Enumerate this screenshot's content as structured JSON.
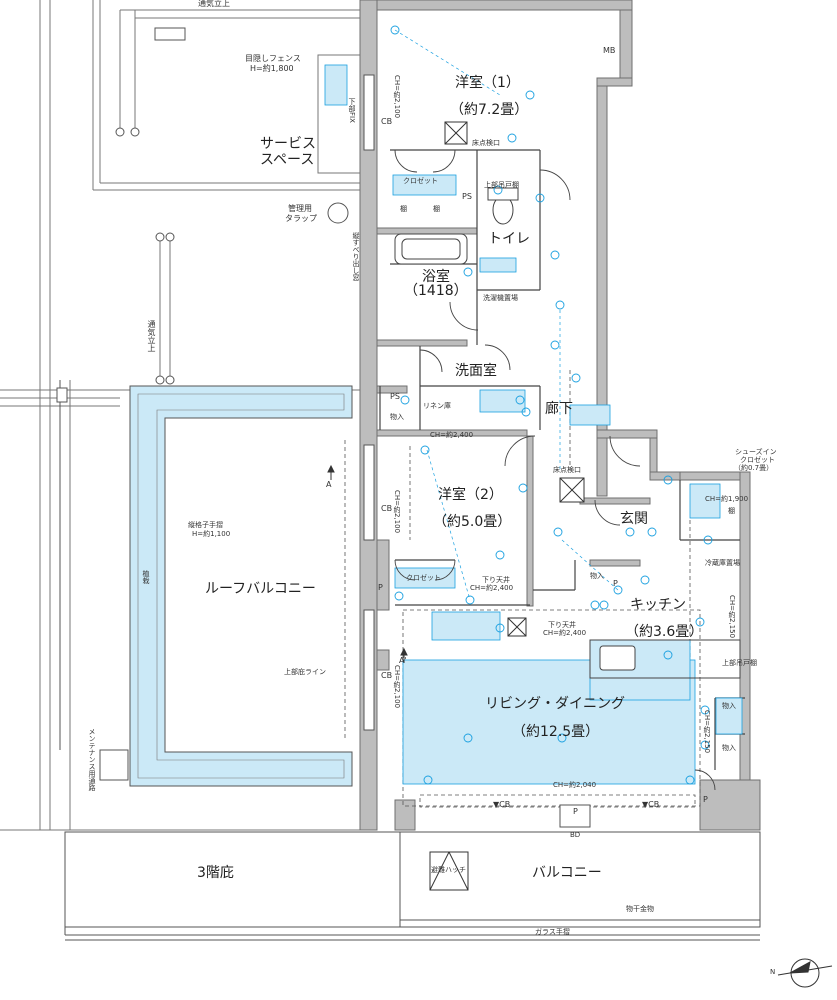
{
  "colors": {
    "wall": "#bdbdbd",
    "wall_stroke": "#6f6f6f",
    "line": "#555555",
    "light_blue": "#cbe9f7",
    "blue_mark": "#1aa0e0"
  },
  "rooms": {
    "bedroom1": "洋室（1）",
    "bedroom1_size": "（約7.2畳）",
    "bedroom2": "洋室（2）",
    "bedroom2_size": "（約5.0畳）",
    "toilet": "トイレ",
    "bath": "浴室",
    "bath_size": "（1418）",
    "washroom": "洗面室",
    "hallway": "廊下",
    "entrance": "玄関",
    "kitchen": "キッチン",
    "kitchen_size": "（約3.6畳）",
    "living": "リビング・ダイニング",
    "living_size": "（約12.5畳）",
    "service_space_1": "サービス",
    "service_space_2": "スペース",
    "roof_balcony": "ルーフバルコニー",
    "balcony": "バルコニー",
    "floor3_eaves": "3階庇"
  },
  "labels": {
    "vent_top": "通気立上",
    "vent_mid": "通気立上",
    "fence_1": "目隠しフェンス",
    "fence_2": "H=約1,800",
    "trap_1": "管理用",
    "trap_2": "タラップ",
    "mb": "MB",
    "ps1": "PS",
    "ps2": "PS",
    "cb1": "CB",
    "cb2": "CB",
    "cb3": "CB",
    "cb_bottom_left": "▼CB",
    "cb_bottom_right": "▼CB",
    "closet1": "クロゼット",
    "closet2": "クロゼット",
    "shelf_a": "棚",
    "shelf_b": "棚",
    "shelf_c": "棚",
    "upper_cabinet": "上部吊戸棚",
    "washer": "洗濯機置場",
    "linen": "リネン庫",
    "storage1": "物入",
    "storage2": "物入",
    "storage3": "物入",
    "storage4": "物入",
    "fridge": "冷蔵庫置場",
    "shoes_1": "シューズイン",
    "shoes_2": "クロゼット",
    "shoes_3": "（約0.7畳）",
    "floor_check1": "床点検口",
    "floor_check2": "床点検口",
    "ch_2400_a": "CH=約2,400",
    "ch_2400_b": "CH=約2,400",
    "ch_2400_c": "CH=約2,400",
    "ch_2040": "CH=約2,040",
    "ch_1900": "CH=約1,900",
    "ch_2100_a": "CH=約2,100",
    "ch_2100_b": "CH=約2,100",
    "ch_2100_c": "CH=約2,100",
    "ch_2150_a": "CH=約2,150",
    "ch_2150_b": "CH=約2,150",
    "lowered_a": "下り天井",
    "lowered_b": "下り天井",
    "upper_hanging": "上部吊戸棚",
    "planter": "植栽",
    "lattice_1": "縦格子手摺",
    "lattice_2": "H=約1,100",
    "upper_eave": "上部庇ライン",
    "maint": "メンテナンス用通路",
    "escape_hatch": "避難ハッチ",
    "drying": "物干金物",
    "glass_rail": "ガラス手摺",
    "lower_fx": "下部FIX",
    "window_vert": "縦すべり出し窓",
    "p1": "P",
    "p2": "P",
    "p3": "P",
    "p4": "P",
    "a_left": "A",
    "a_right": "A'",
    "north": "N",
    "bd": "BD"
  }
}
